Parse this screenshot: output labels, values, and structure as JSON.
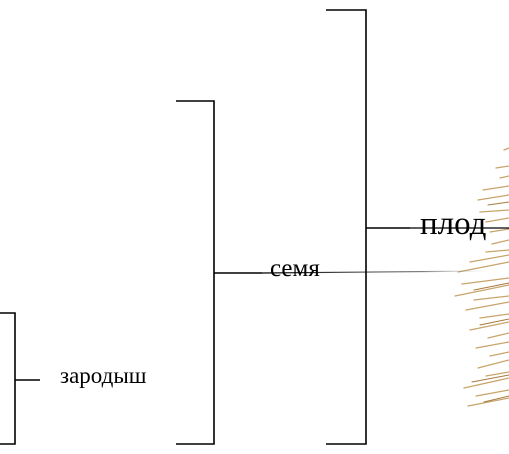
{
  "labels": {
    "embryo": "зародыш",
    "seed": "семя",
    "fruit": "плод"
  }
}
